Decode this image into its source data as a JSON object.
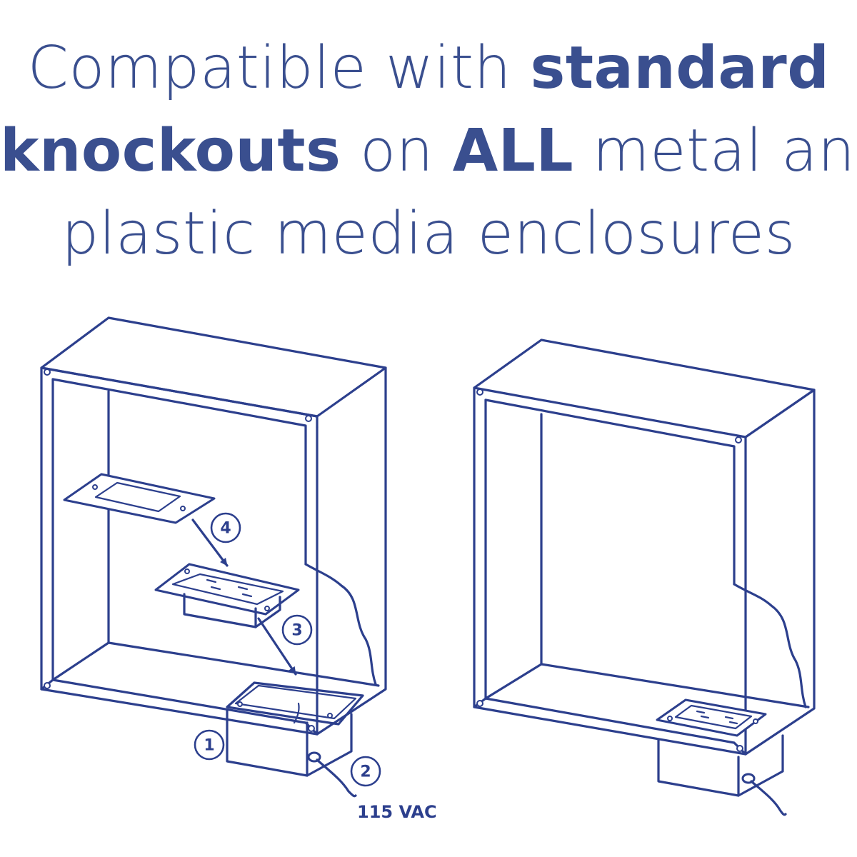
{
  "headline": {
    "line1_a": "Compatible with ",
    "line1_b": "standard",
    "line2_a": "knockouts",
    "line2_b": " on ",
    "line2_c": "ALL",
    "line2_d": " metal and",
    "line3": "plastic media enclosures"
  },
  "diagram": {
    "steps": [
      "1",
      "2",
      "3",
      "4"
    ],
    "voltage_label": "115 VAC"
  }
}
